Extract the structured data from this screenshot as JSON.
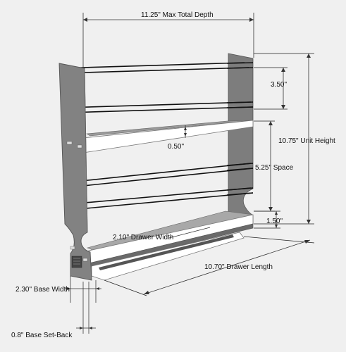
{
  "dimensions": {
    "max_total_depth": "11.25\" Max Total Depth",
    "rail_spacing": "3.50\"",
    "unit_height": "10.75\" Unit Height",
    "shelf_thickness": "0.50\"",
    "space": "5.25\" Space",
    "base_height": "1.50\"",
    "drawer_width": "2.10\" Drawer Width",
    "drawer_length": "10.70\" Drawer Length",
    "base_width": "2.30\" Base Width",
    "base_setback": "0.8\" Base Set-Back"
  },
  "colors": {
    "background": "#f0f0f0",
    "side_panel": "#7d7d7d",
    "side_panel_edge": "#5a5a5a",
    "shelf_face": "#ffffff",
    "drawer_face": "#ffffff",
    "rail": "#111111",
    "dimension_line": "#333333"
  }
}
